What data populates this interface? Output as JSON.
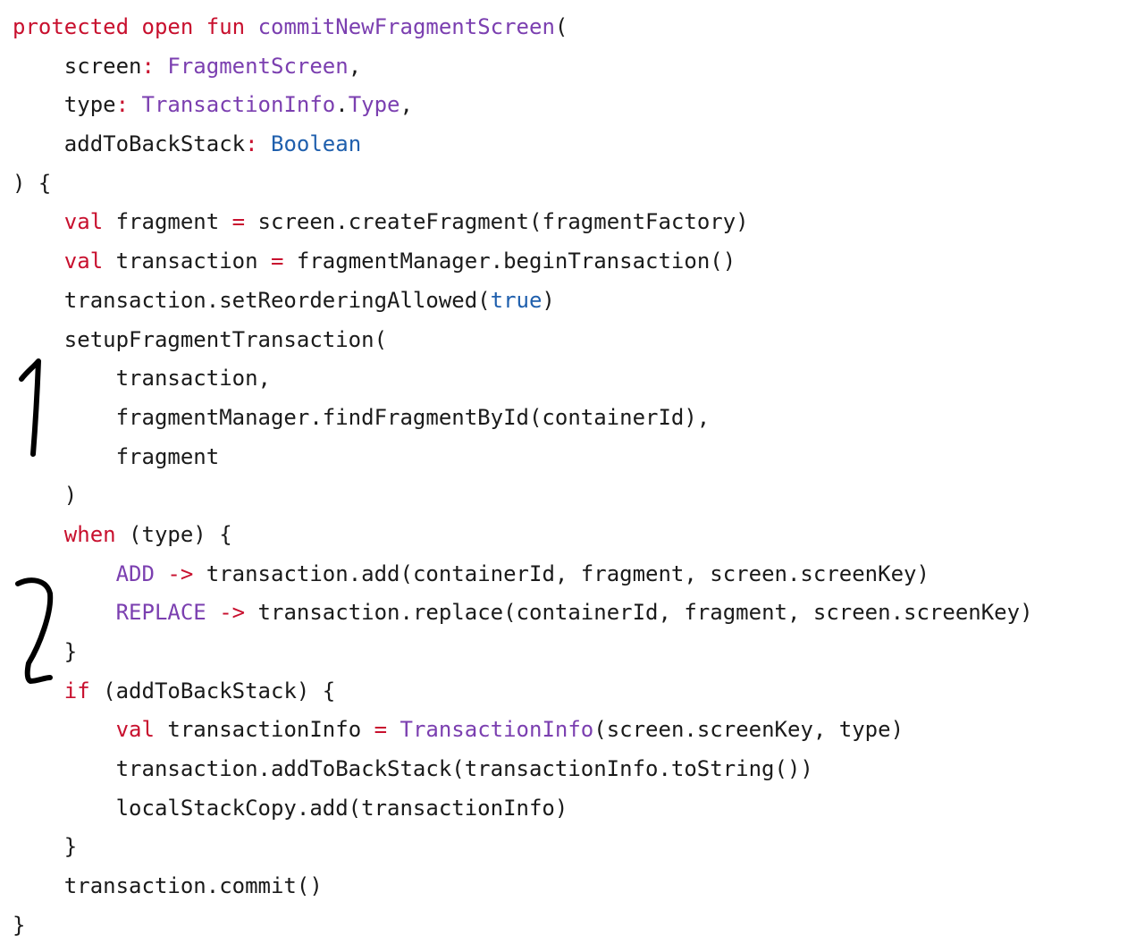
{
  "colors": {
    "keyword": "#c8102e",
    "type": "#7b3fb0",
    "builtin": "#1f5fad",
    "operator": "#c8102e",
    "text": "#1a1a1a",
    "ink": "#000000"
  },
  "lines": [
    {
      "indent": 0,
      "tokens": [
        {
          "t": "protected",
          "k": "kw"
        },
        {
          "t": " "
        },
        {
          "t": "open",
          "k": "kw"
        },
        {
          "t": " "
        },
        {
          "t": "fun",
          "k": "kw"
        },
        {
          "t": " "
        },
        {
          "t": "commitNewFragmentScreen",
          "k": "type"
        },
        {
          "t": "("
        }
      ]
    },
    {
      "indent": 1,
      "tokens": [
        {
          "t": "screen"
        },
        {
          "t": ":",
          "k": "op"
        },
        {
          "t": " "
        },
        {
          "t": "FragmentScreen",
          "k": "type"
        },
        {
          "t": ","
        }
      ]
    },
    {
      "indent": 1,
      "tokens": [
        {
          "t": "type"
        },
        {
          "t": ":",
          "k": "op"
        },
        {
          "t": " "
        },
        {
          "t": "TransactionInfo",
          "k": "type"
        },
        {
          "t": "."
        },
        {
          "t": "Type",
          "k": "type"
        },
        {
          "t": ","
        }
      ]
    },
    {
      "indent": 1,
      "tokens": [
        {
          "t": "addToBackStack"
        },
        {
          "t": ":",
          "k": "op"
        },
        {
          "t": " "
        },
        {
          "t": "Boolean",
          "k": "builtin"
        }
      ]
    },
    {
      "indent": 0,
      "tokens": [
        {
          "t": ") {"
        }
      ]
    },
    {
      "indent": 1,
      "tokens": [
        {
          "t": "val",
          "k": "kw"
        },
        {
          "t": " fragment "
        },
        {
          "t": "=",
          "k": "op"
        },
        {
          "t": " screen.createFragment(fragmentFactory)"
        }
      ]
    },
    {
      "indent": 1,
      "tokens": [
        {
          "t": "val",
          "k": "kw"
        },
        {
          "t": " transaction "
        },
        {
          "t": "=",
          "k": "op"
        },
        {
          "t": " fragmentManager.beginTransaction()"
        }
      ]
    },
    {
      "indent": 1,
      "tokens": [
        {
          "t": "transaction.setReorderingAllowed("
        },
        {
          "t": "true",
          "k": "builtin"
        },
        {
          "t": ")"
        }
      ]
    },
    {
      "indent": 1,
      "tokens": [
        {
          "t": "setupFragmentTransaction("
        }
      ]
    },
    {
      "indent": 2,
      "tokens": [
        {
          "t": "transaction,"
        }
      ]
    },
    {
      "indent": 2,
      "tokens": [
        {
          "t": "fragmentManager.findFragmentById(containerId),"
        }
      ]
    },
    {
      "indent": 2,
      "tokens": [
        {
          "t": "fragment"
        }
      ]
    },
    {
      "indent": 1,
      "tokens": [
        {
          "t": ")"
        }
      ]
    },
    {
      "indent": 1,
      "tokens": [
        {
          "t": "when",
          "k": "kw"
        },
        {
          "t": " (type) {"
        }
      ]
    },
    {
      "indent": 2,
      "tokens": [
        {
          "t": "ADD",
          "k": "type"
        },
        {
          "t": " "
        },
        {
          "t": "->",
          "k": "op"
        },
        {
          "t": " transaction.add(containerId, fragment, screen.screenKey)"
        }
      ]
    },
    {
      "indent": 2,
      "tokens": [
        {
          "t": "REPLACE",
          "k": "type"
        },
        {
          "t": " "
        },
        {
          "t": "->",
          "k": "op"
        },
        {
          "t": " transaction.replace(containerId, fragment, screen.screenKey)"
        }
      ]
    },
    {
      "indent": 1,
      "tokens": [
        {
          "t": "}"
        }
      ]
    },
    {
      "indent": 1,
      "tokens": [
        {
          "t": "if",
          "k": "kw"
        },
        {
          "t": " (addToBackStack) {"
        }
      ]
    },
    {
      "indent": 2,
      "tokens": [
        {
          "t": "val",
          "k": "kw"
        },
        {
          "t": " transactionInfo "
        },
        {
          "t": "=",
          "k": "op"
        },
        {
          "t": " "
        },
        {
          "t": "TransactionInfo",
          "k": "type"
        },
        {
          "t": "(screen.screenKey, type)"
        }
      ]
    },
    {
      "indent": 2,
      "tokens": [
        {
          "t": "transaction.addToBackStack(transactionInfo.toString())"
        }
      ]
    },
    {
      "indent": 2,
      "tokens": [
        {
          "t": "localStackCopy.add(transactionInfo)"
        }
      ]
    },
    {
      "indent": 1,
      "tokens": [
        {
          "t": "}"
        }
      ]
    },
    {
      "indent": 1,
      "tokens": [
        {
          "t": "transaction.commit()"
        }
      ]
    },
    {
      "indent": 0,
      "tokens": [
        {
          "t": "}"
        }
      ]
    }
  ],
  "annotations": [
    {
      "label": "1"
    },
    {
      "label": "2"
    }
  ]
}
